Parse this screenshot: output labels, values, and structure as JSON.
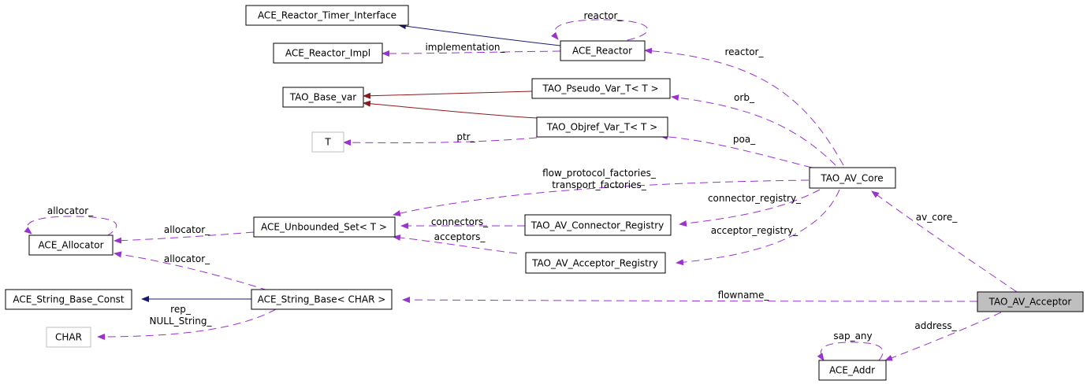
{
  "title": "TAO_AV_Acceptor collaboration diagram",
  "colors": {
    "usage_edge": "#9a32cd",
    "public_inheritance_edge": "#191970",
    "template_inheritance_edge": "#8b1a1a",
    "focus_node_fill": "#bfbfbf",
    "external_node_border": "#bfbfbf"
  },
  "nodes": {
    "ace_reactor_timer_interface": "ACE_Reactor_Timer_Interface",
    "ace_reactor_impl": "ACE_Reactor_Impl",
    "ace_reactor": "ACE_Reactor",
    "tao_base_var": "TAO_Base_var",
    "tao_pseudo_var_t": "TAO_Pseudo_Var_T< T >",
    "tao_objref_var_t": "TAO_Objref_Var_T< T >",
    "t": "T",
    "tao_av_core": "TAO_AV_Core",
    "ace_allocator": "ACE_Allocator",
    "ace_unbounded_set": "ACE_Unbounded_Set< T >",
    "tao_av_connector_registry": "TAO_AV_Connector_Registry",
    "tao_av_acceptor_registry": "TAO_AV_Acceptor_Registry",
    "ace_string_base_const": "ACE_String_Base_Const",
    "ace_string_base_char": "ACE_String_Base< CHAR >",
    "char": "CHAR",
    "tao_av_acceptor": "TAO_AV_Acceptor",
    "ace_addr": "ACE_Addr"
  },
  "edge_labels": {
    "reactor_self": "reactor_",
    "implementation": "implementation_",
    "reactor": "reactor_",
    "orb": "orb_",
    "poa": "poa_",
    "ptr": "ptr_",
    "flow_protocol_factories": "flow_protocol_factories_",
    "transport_factories": "transport_factories_",
    "connector_registry": "connector_registry_",
    "acceptor_registry": "acceptor_registry_",
    "allocator_self": "allocator_",
    "allocator_set": "allocator_",
    "allocator_string": "allocator_",
    "connectors": "connectors_",
    "acceptors": "acceptors_",
    "av_core": "av_core_",
    "rep": "rep_",
    "null_string": "NULL_String_",
    "flowname": "flowname_",
    "address": "address_",
    "sap_any": "sap_any"
  }
}
